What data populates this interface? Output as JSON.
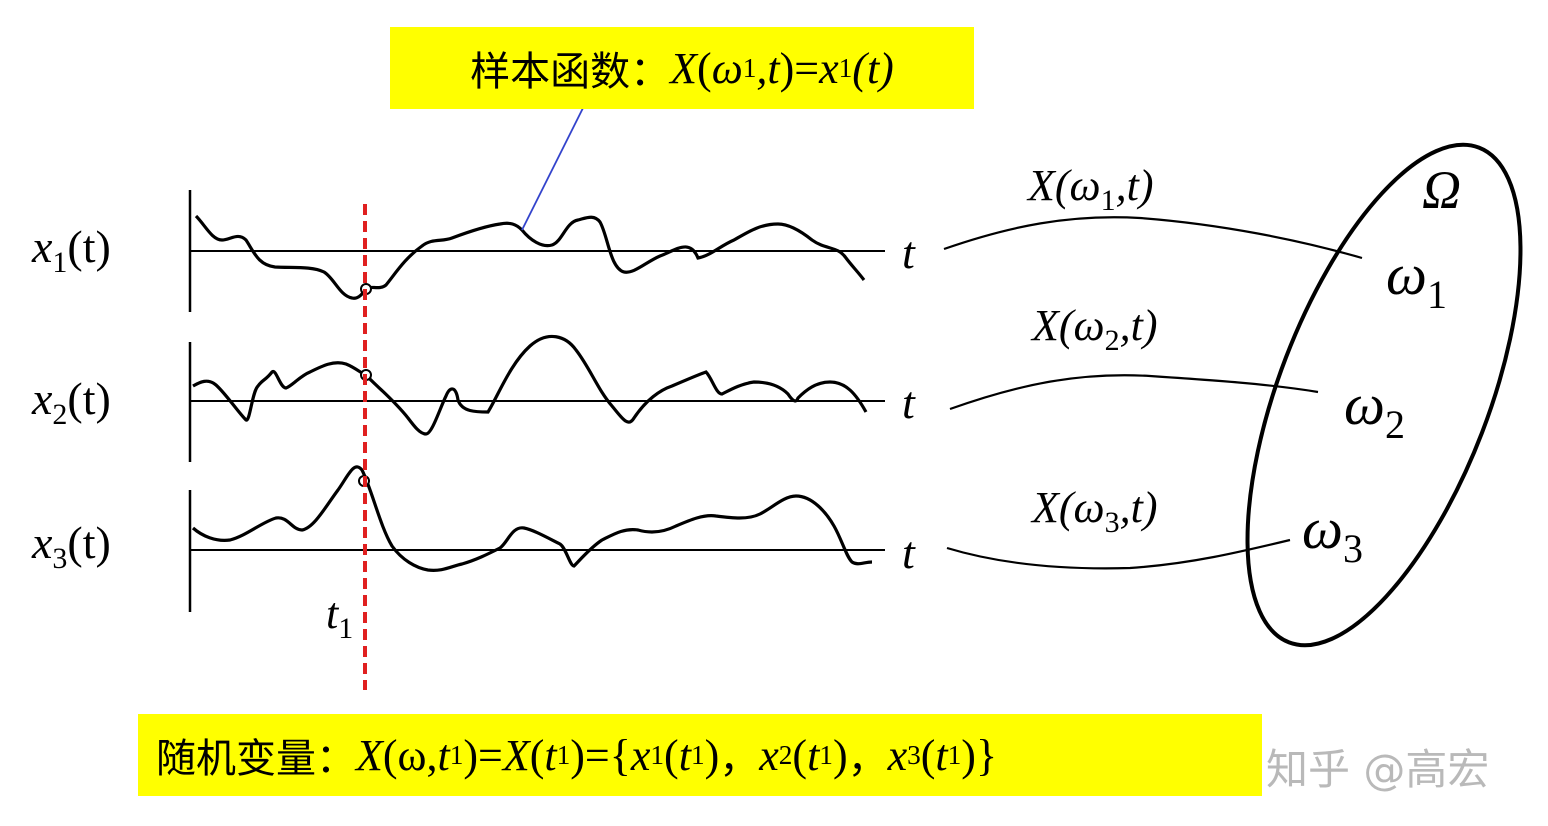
{
  "sample_function_banner": {
    "prefix": "样本函数：",
    "X": "X",
    "open": "(",
    "omega": "ω",
    "omega_sub": "1",
    "comma_t": ",t",
    "close_eq": ")=",
    "x": "x",
    "x_sub": "1",
    "tail": "(t)"
  },
  "random_variable_banner": {
    "prefix": "随机变量：",
    "X1": "X",
    "part1": "(ω,",
    "t1": "t",
    "t1_sub": "1",
    "part2": ")= ",
    "X2": "X",
    "part3": "(",
    "t2": "t",
    "t2_sub": "1",
    "part4": ")={",
    "x1": "x",
    "x1_sub": "1",
    "x1_arg_open": "(",
    "x1_arg_t": "t",
    "x1_arg_sub": "1",
    "x1_arg_close": ")",
    "sep1": "，",
    "x2": "x",
    "x2_sub": "2",
    "x2_arg_open": "(",
    "x2_arg_t": "t",
    "x2_arg_sub": "1",
    "x2_arg_close": ")",
    "sep2": "，",
    "x3": "x",
    "x3_sub": "3",
    "x3_arg_open": "(",
    "x3_arg_t": "t",
    "x3_arg_sub": "1",
    "x3_arg_close": ")",
    "end": "}"
  },
  "rows": [
    {
      "var": "x",
      "sub": "1",
      "arg": "(t)",
      "axis_label": "t",
      "map_X": "X(",
      "map_omega": "ω",
      "map_sub": "1",
      "map_tail": ",t)",
      "elem": "ω",
      "elem_sub": "1"
    },
    {
      "var": "x",
      "sub": "2",
      "arg": "(t)",
      "axis_label": "t",
      "map_X": "X(",
      "map_omega": "ω",
      "map_sub": "2",
      "map_tail": ",t)",
      "elem": "ω",
      "elem_sub": "2"
    },
    {
      "var": "x",
      "sub": "3",
      "arg": "(t)",
      "axis_label": "t",
      "map_X": "X(",
      "map_omega": "ω",
      "map_sub": "3",
      "map_tail": ",t)",
      "elem": "ω",
      "elem_sub": "3"
    }
  ],
  "time_marker": {
    "t": "t",
    "sub": "1"
  },
  "sample_space_label": "Ω",
  "watermark": "知乎 @高宏",
  "colors": {
    "banner_bg": "#ffff00",
    "marker_line": "#e02020",
    "leader_line": "#3344cc",
    "ink": "#000000",
    "watermark": "#b9b9b9"
  }
}
